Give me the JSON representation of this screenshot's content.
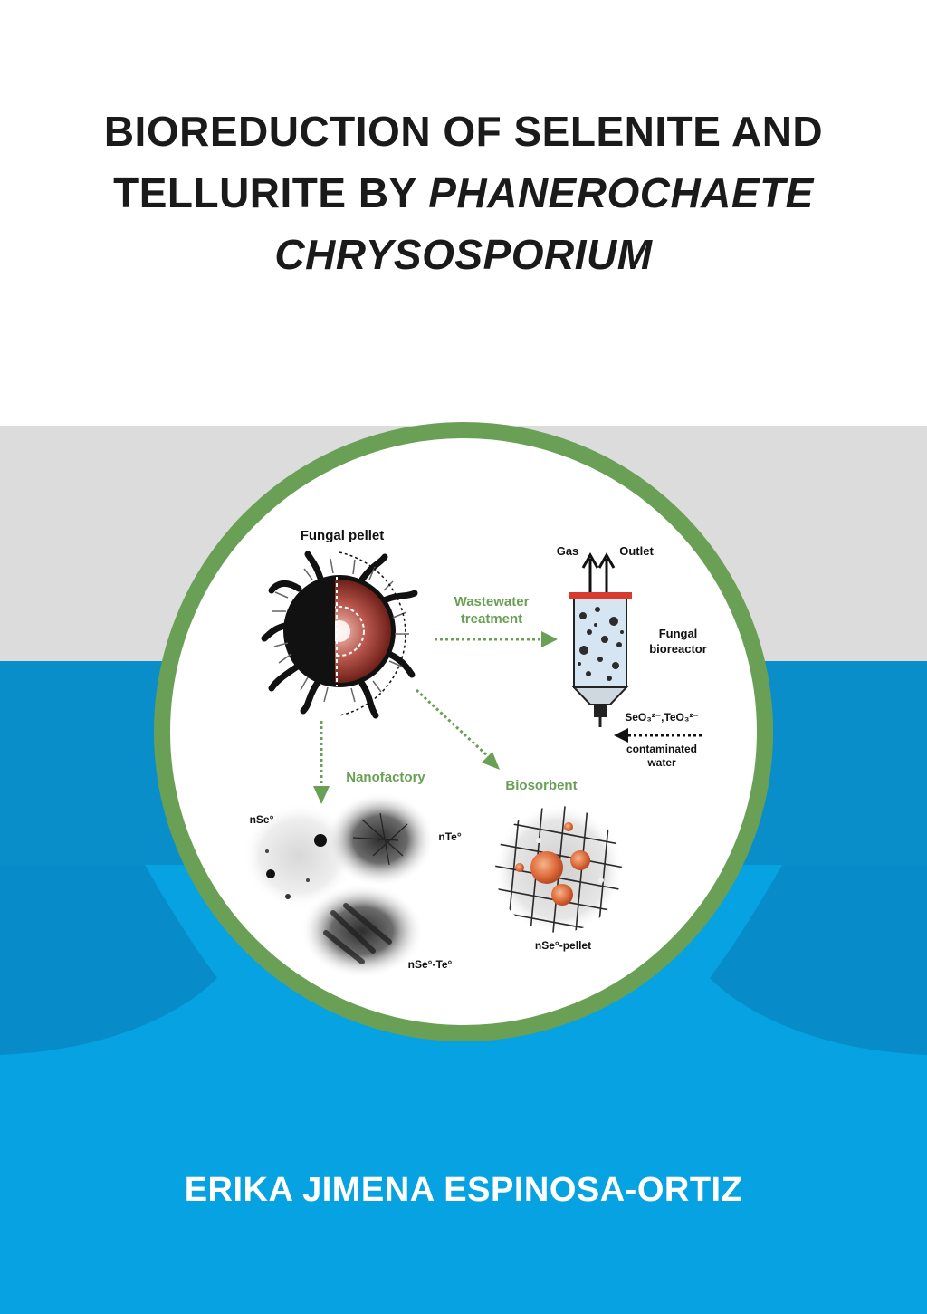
{
  "title": {
    "line1": "BIOREDUCTION OF SELENITE AND",
    "line2_plain": "TELLURITE BY ",
    "line2_italic": "PHANEROCHAETE",
    "line3_italic": "CHRYSOSPORIUM"
  },
  "author": "ERIKA JIMENA ESPINOSA-ORTIZ",
  "colors": {
    "ring_green": "#6aa055",
    "label_green": "#6aa055",
    "band_gray": "#dcdcdc",
    "band_blue": "#0a8ec9",
    "band_light_blue": "#06a2e2",
    "pellet_red": "#a23d35"
  },
  "diagram": {
    "fungal_pellet_label": "Fungal pellet",
    "gas_label": "Gas",
    "outlet_label": "Outlet",
    "wastewater_line1": "Wastewater",
    "wastewater_line2": "treatment",
    "bioreactor_line1": "Fungal",
    "bioreactor_line2": "bioreactor",
    "contaminants_label": "SeO₃²⁻,TeO₃²⁻",
    "contaminated_line1": "contaminated",
    "contaminated_line2": "water",
    "nanofactory_label": "Nanofactory",
    "biosorbent_label": "Biosorbent",
    "nse_label": "nSe°",
    "nte_label": "nTe°",
    "nsete_label": "nSe°-Te°",
    "nse_pellet_label": "nSe°-pellet"
  }
}
